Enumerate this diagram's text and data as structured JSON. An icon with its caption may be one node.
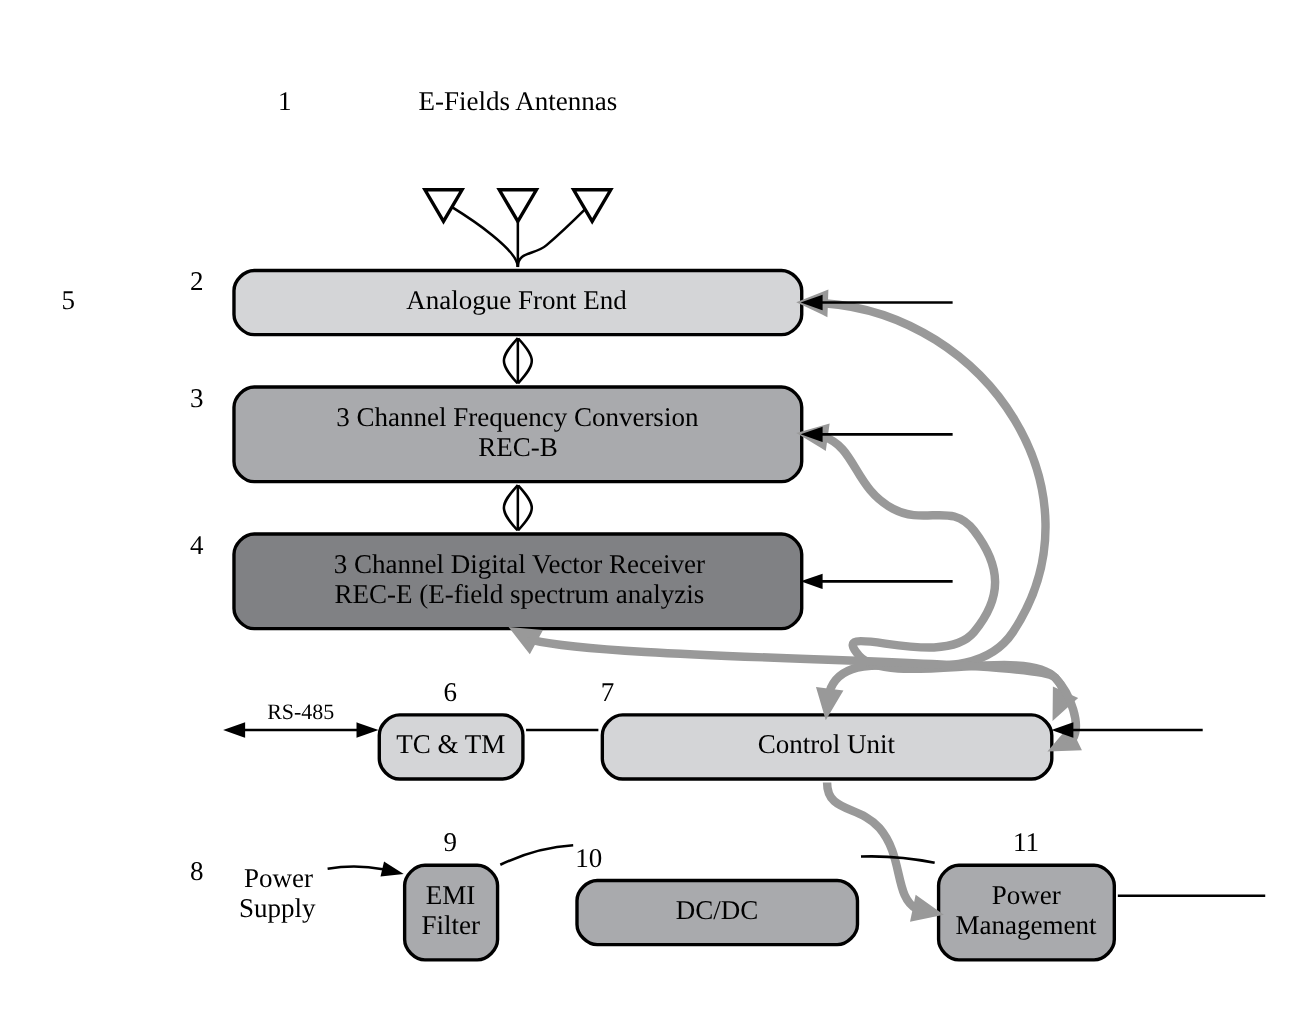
{
  "diagram": {
    "nodes": [
      {
        "text": [],
        "shape": "antenna"
      },
      {
        "text": [],
        "shape": "antenna"
      },
      {
        "text": [],
        "shape": "antenna"
      },
      {
        "text": [
          "Analogue Front End"
        ],
        "beside": [
          "2"
        ]
      },
      {
        "text": [
          "3 Channel Frequency Conversion REC-B"
        ],
        "beside": [
          "3"
        ]
      },
      {
        "text": [
          "3 Channel Digital Vector Receiver REC-E (E-field spectrum analyzis"
        ],
        "beside": [
          "4"
        ]
      },
      {
        "text": [
          "TC & TM"
        ],
        "beside": [
          "6"
        ]
      },
      {
        "text": [
          "Control Unit"
        ],
        "beside": [
          "7"
        ]
      },
      {
        "text": [
          "Power Supply"
        ],
        "beside": [
          "8"
        ]
      },
      {
        "text": [
          "EMI Filter"
        ],
        "beside": [
          "9"
        ]
      },
      {
        "text": [
          "DC/DC"
        ],
        "beside": [
          "10"
        ]
      },
      {
        "text": [
          "Power Management"
        ],
        "beside": [
          "11"
        ]
      }
    ],
    "edges": [
      {
        "from": 0,
        "to": 3,
        "arrow": "none"
      },
      {
        "from": 1,
        "to": 3,
        "arrow": "none"
      },
      {
        "from": 2,
        "to": 3,
        "arrow": "none"
      },
      {
        "from": 3,
        "to": 4,
        "arrow": "none"
      },
      {
        "from": 3,
        "to": 4,
        "arrow": "none"
      },
      {
        "from": 3,
        "to": 4,
        "arrow": "none"
      },
      {
        "from": 4,
        "to": 5,
        "arrow": "none"
      },
      {
        "from": 4,
        "to": 5,
        "arrow": "none"
      },
      {
        "from": 4,
        "to": 5,
        "arrow": "none"
      },
      {
        "from": 3,
        "to": 7,
        "arrow": "both",
        "color": "#999999",
        "style": "thick"
      },
      {
        "from": 4,
        "to": 7,
        "arrow": "both",
        "color": "#999999",
        "style": "thick"
      },
      {
        "from": 5,
        "to": 7,
        "arrow": "both",
        "color": "#999999",
        "style": "thick"
      },
      {
        "from": null,
        "to": 3,
        "arrow": "to"
      },
      {
        "from": null,
        "to": 4,
        "arrow": "to"
      },
      {
        "from": null,
        "to": 5,
        "arrow": "to"
      },
      {
        "from": null,
        "to": 7,
        "arrow": "to"
      },
      {
        "from": null,
        "to": 6,
        "arrow": "both",
        "label": "RS-485"
      },
      {
        "from": 6,
        "to": 7,
        "arrow": "none"
      },
      {
        "from": 8,
        "to": 9,
        "arrow": "to"
      },
      {
        "from": 9,
        "to": 10,
        "arrow": "none"
      },
      {
        "from": 10,
        "to": 11,
        "arrow": "none"
      },
      {
        "from": 7,
        "to": 11,
        "arrow": "to",
        "color": "#999999",
        "style": "thick"
      },
      {
        "from": 11,
        "to": null,
        "arrow": "none"
      }
    ],
    "labels": [
      "1",
      "E-Fields Antennas",
      "5"
    ]
  }
}
